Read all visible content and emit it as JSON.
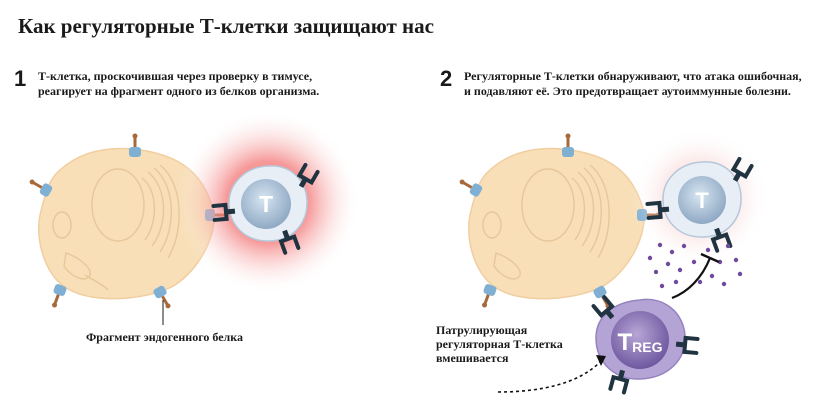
{
  "title": "Как регуляторные Т-клетки защищают нас",
  "step1": {
    "number": "1",
    "line1": "Т-клетка, проскочившая через проверку в тимусе,",
    "line2": "реагирует на фрагмент одного из белков организма."
  },
  "step2": {
    "number": "2",
    "line1": "Регуляторные Т-клетки обнаруживают, что атака ошибочная,",
    "line2": "и подавляют её. Это предотвращает аутоиммунные болезни."
  },
  "labels": {
    "fragment": "Фрагмент эндогенного белка",
    "patrol_line1": "Патрулирующая",
    "patrol_line2": "регуляторная Т-клетка",
    "patrol_line3": "вмешивается"
  },
  "cells": {
    "t_letter": "T",
    "treg_main": "T",
    "treg_sub": "REG"
  },
  "colors": {
    "body_cell": "#f8dfb8",
    "t_cell": "#cfdcea",
    "treg_cell": "#a795c8",
    "inflammation": "#f36b6b",
    "suppress_dots": "#6f4a9c",
    "receptor": "#1f3440",
    "mhc": "#7fb0d3",
    "peptide": "#a8693a"
  }
}
